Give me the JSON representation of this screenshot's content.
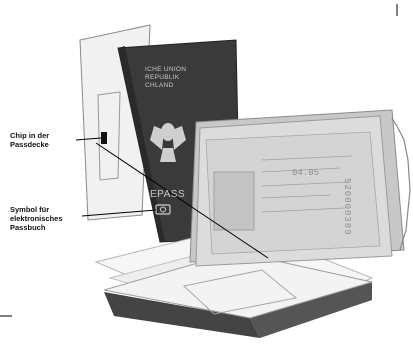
{
  "labels": {
    "chip": "Chip in der\nPassdecke",
    "symbol": "Symbol für\nelektronisches\nPassbuch"
  },
  "passport": {
    "cover_lines": "ICHE UNION\nREPUBLIK\nCHLAND",
    "cover_word": "EPASS",
    "page_number": "520000389",
    "handwritten_date": "04.05"
  },
  "colors": {
    "background": "#ffffff",
    "cover": "#3a3a3a",
    "cover_text": "#c9c9c9",
    "pages": "#dcdcdc",
    "label_text": "#111111",
    "leader_line": "#000000"
  },
  "icons": {
    "eagle": "federal-eagle-icon",
    "epass": "epassport-chip-symbol-icon"
  }
}
